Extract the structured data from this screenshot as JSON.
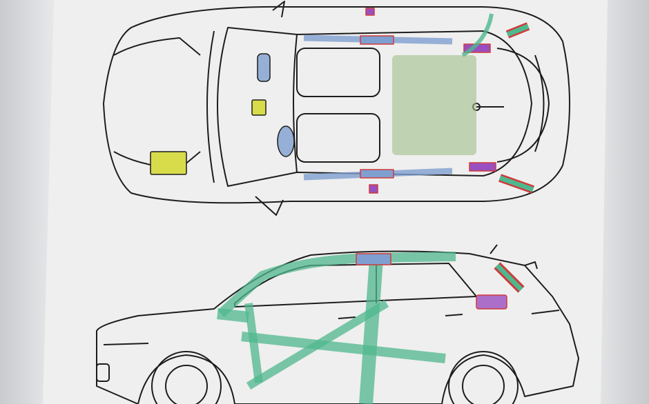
{
  "diagram": {
    "views": [
      "top-view",
      "side-view"
    ],
    "colors": {
      "outline": "#1c1c1c",
      "board": "#efefef",
      "battery": "#d8dc4a",
      "airbag": "#7f9fd0",
      "airbag_generator": "#d03a3a",
      "gas_strut": "#9a4fc0",
      "reinforcement": "#4fb78e",
      "roof_panel": "#9fc08a"
    },
    "components": [
      "battery-12v",
      "fuse-box",
      "airbag-curtain",
      "airbag-inflator",
      "gas-strut",
      "body-reinforcement",
      "panoramic-roof"
    ]
  }
}
